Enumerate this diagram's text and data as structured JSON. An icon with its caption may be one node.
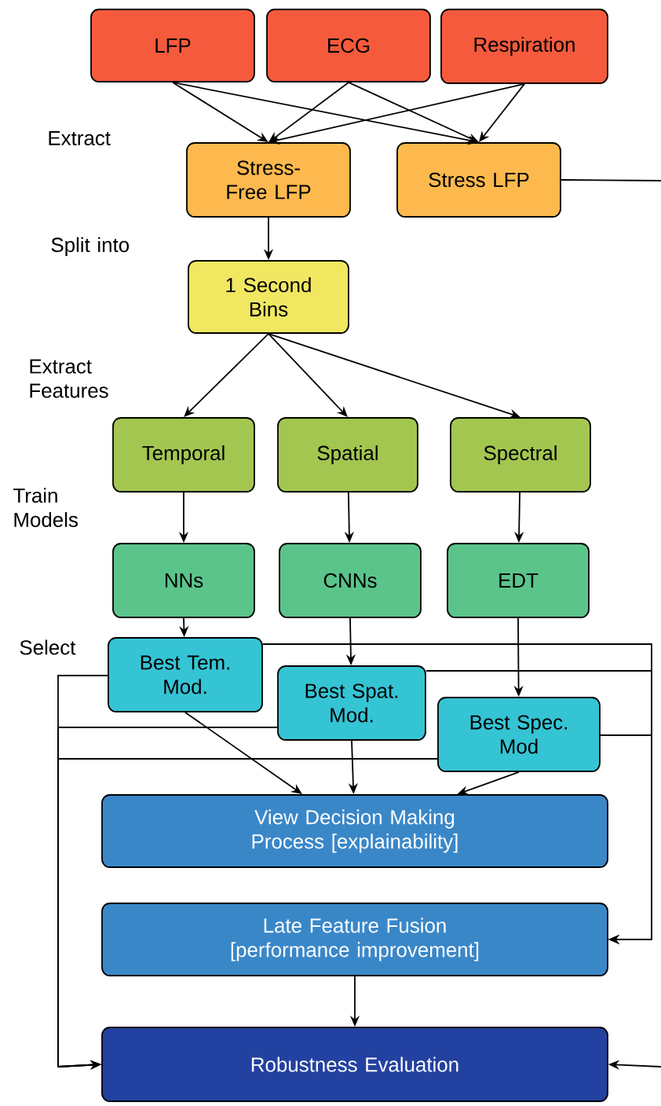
{
  "diagram": {
    "nodes": [
      {
        "text": [
          "LFP"
        ]
      },
      {
        "text": [
          "ECG"
        ]
      },
      {
        "text": [
          "Respiration"
        ]
      },
      {
        "text": [
          "Stress-Free LFP"
        ]
      },
      {
        "text": [
          "Stress LFP"
        ]
      },
      {
        "text": [
          "1 Second Bins"
        ]
      },
      {
        "text": [
          "Temporal"
        ]
      },
      {
        "text": [
          "Spatial"
        ]
      },
      {
        "text": [
          "Spectral"
        ]
      },
      {
        "text": [
          "NNs"
        ]
      },
      {
        "text": [
          "CNNs"
        ]
      },
      {
        "text": [
          "EDT"
        ]
      },
      {
        "text": [
          "Best Tem. Mod."
        ]
      },
      {
        "text": [
          "Best Spat. Mod."
        ]
      },
      {
        "text": [
          "Best Spec. Mod"
        ]
      },
      {
        "text": [
          "View Decision Making Process [explainability]"
        ]
      },
      {
        "text": [
          "Late Feature Fusion [performance improvement]"
        ]
      },
      {
        "text": [
          "Robustness Evaluation"
        ]
      }
    ],
    "edges": [
      {
        "from": 0,
        "to": 3,
        "arrow": "to"
      },
      {
        "from": 0,
        "to": 4,
        "arrow": "to"
      },
      {
        "from": 1,
        "to": 3,
        "arrow": "to"
      },
      {
        "from": 1,
        "to": 4,
        "arrow": "to"
      },
      {
        "from": 2,
        "to": 3,
        "arrow": "to"
      },
      {
        "from": 2,
        "to": 4,
        "arrow": "to"
      },
      {
        "from": 3,
        "to": 5,
        "arrow": "to"
      },
      {
        "from": 5,
        "to": 6,
        "arrow": "to"
      },
      {
        "from": 5,
        "to": 7,
        "arrow": "to"
      },
      {
        "from": 5,
        "to": 8,
        "arrow": "to"
      },
      {
        "from": 6,
        "to": 9,
        "arrow": "to"
      },
      {
        "from": 7,
        "to": 10,
        "arrow": "to"
      },
      {
        "from": 8,
        "to": 11,
        "arrow": "to"
      },
      {
        "from": 9,
        "to": 12,
        "arrow": "to"
      },
      {
        "from": 10,
        "to": 13,
        "arrow": "to"
      },
      {
        "from": 11,
        "to": 14,
        "arrow": "to"
      },
      {
        "from": 12,
        "to": 15,
        "arrow": "to"
      },
      {
        "from": 13,
        "to": 15,
        "arrow": "to"
      },
      {
        "from": 14,
        "to": 15,
        "arrow": "to"
      },
      {
        "from": 12,
        "to": 16,
        "arrow": "to"
      },
      {
        "from": 13,
        "to": 16,
        "arrow": "to"
      },
      {
        "from": 14,
        "to": 16,
        "arrow": "to"
      },
      {
        "from": 12,
        "to": 17,
        "arrow": "to"
      },
      {
        "from": 13,
        "to": 17,
        "arrow": "to"
      },
      {
        "from": 14,
        "to": 17,
        "arrow": "to"
      },
      {
        "from": 16,
        "to": 17,
        "arrow": "to"
      },
      {
        "from": 4,
        "to": null,
        "arrow": "none"
      },
      {
        "from": null,
        "to": 17,
        "arrow": "to"
      }
    ],
    "labels": [
      "Extract",
      "Split into",
      "Extract Features",
      "Train Models",
      "Select"
    ]
  }
}
